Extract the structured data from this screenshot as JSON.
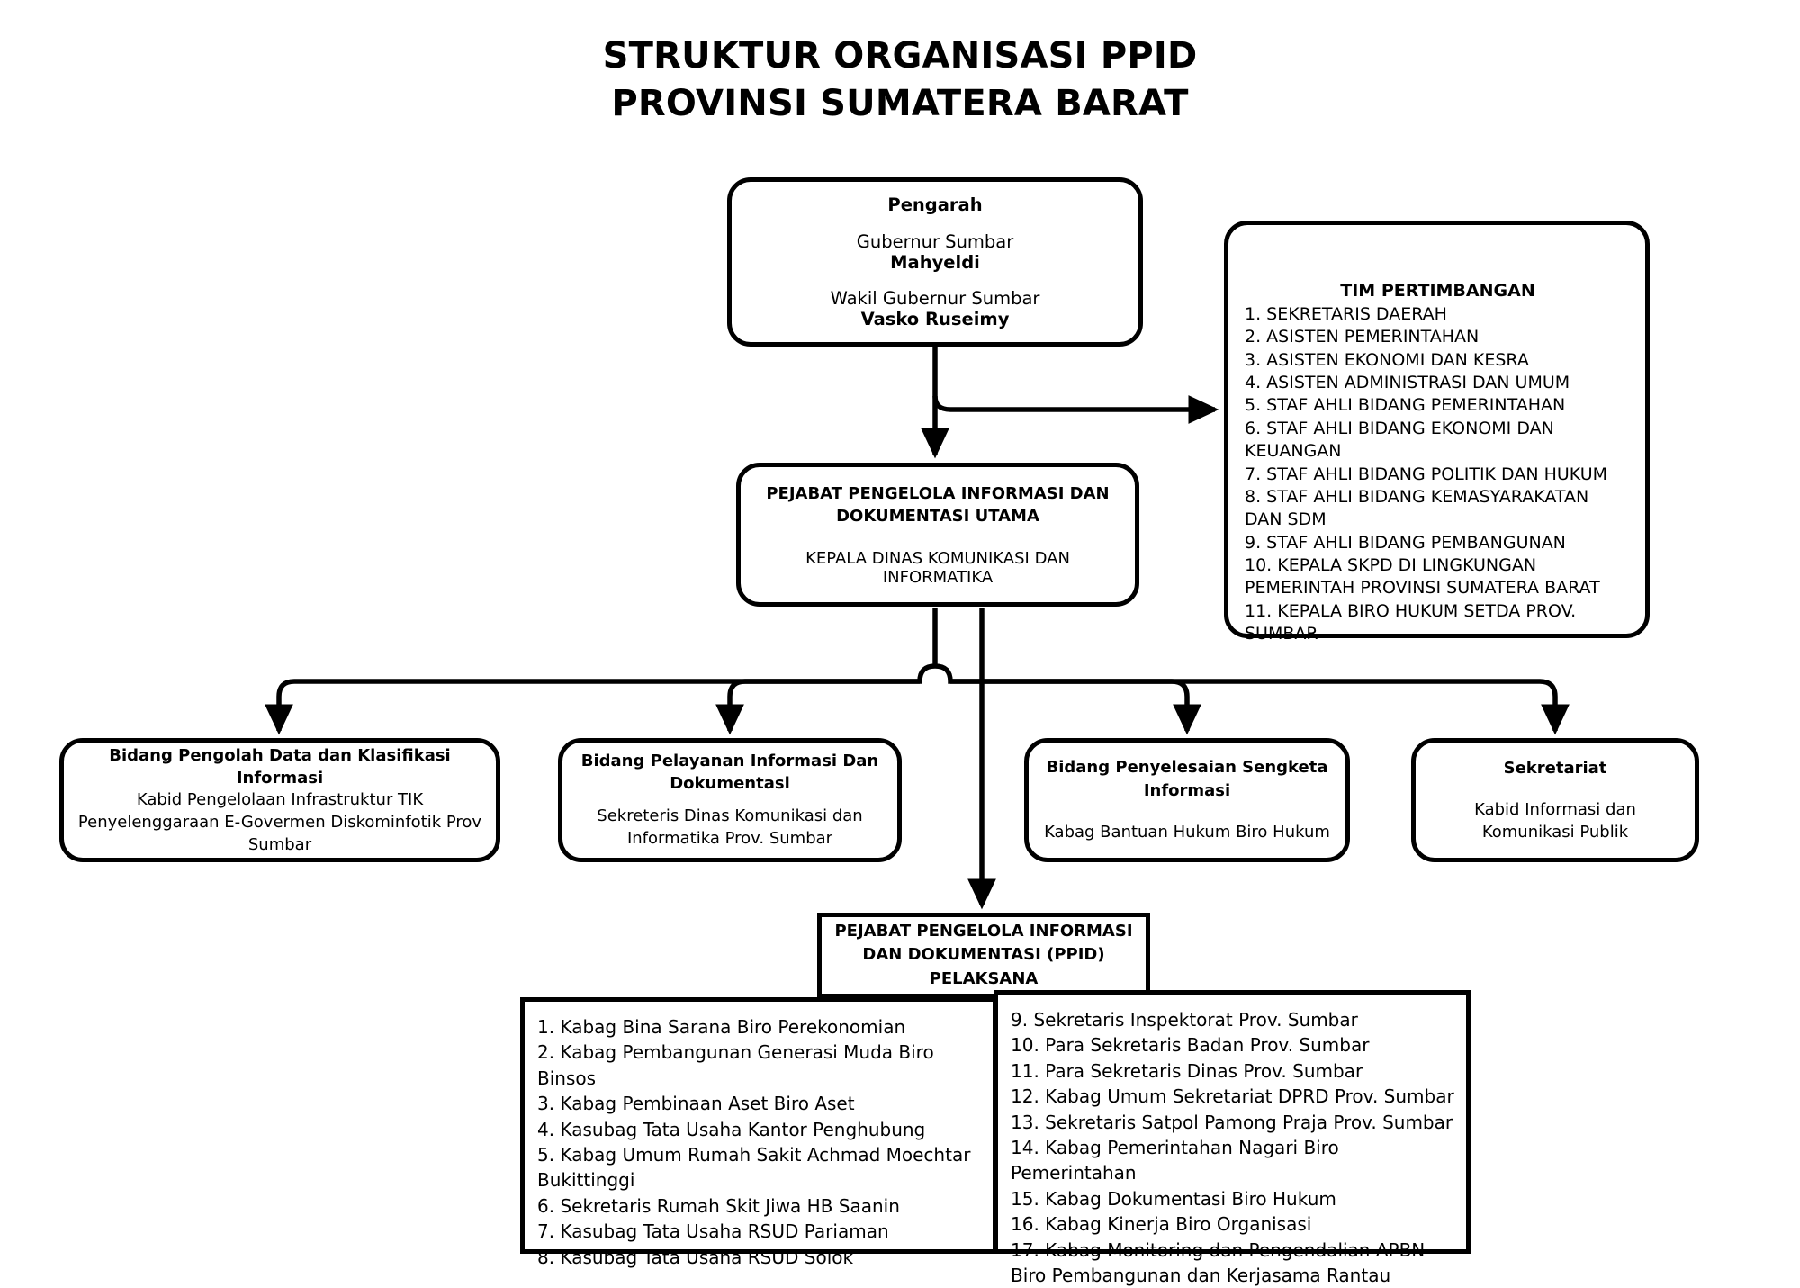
{
  "title": {
    "line1": "STRUKTUR ORGANISASI PPID",
    "line2": "PROVINSI SUMATERA BARAT"
  },
  "nodes": {
    "pengarah": {
      "heading": "Pengarah",
      "role1_label": "Gubernur Sumbar",
      "role1_name": "Mahyeldi",
      "role2_label": "Wakil Gubernur Sumbar",
      "role2_name": "Vasko Ruseimy"
    },
    "tim_pertimbangan": {
      "heading": "TIM PERTIMBANGAN",
      "items": [
        "1. SEKRETARIS DAERAH",
        "2. ASISTEN PEMERINTAHAN",
        "3. ASISTEN EKONOMI DAN KESRA",
        "4. ASISTEN ADMINISTRASI DAN UMUM",
        "5. STAF AHLI BIDANG PEMERINTAHAN",
        "6. STAF AHLI BIDANG EKONOMI DAN KEUANGAN",
        "7. STAF AHLI BIDANG POLITIK DAN HUKUM",
        "8. STAF AHLI BIDANG KEMASYARAKATAN DAN SDM",
        "9. STAF AHLI BIDANG PEMBANGUNAN",
        "10. KEPALA SKPD DI LINGKUNGAN PEMERINTAH PROVINSI SUMATERA BARAT",
        "11. KEPALA BIRO HUKUM SETDA PROV. SUMBAR"
      ]
    },
    "ppid_utama": {
      "heading": "PEJABAT PENGELOLA INFORMASI DAN DOKUMENTASI UTAMA",
      "subtitle": "KEPALA DINAS KOMUNIKASI DAN INFORMATIKA"
    },
    "bidang": [
      {
        "title": "Bidang Pengolah Data dan Klasifikasi Informasi",
        "subtitle": "Kabid Pengelolaan Infrastruktur TIK Penyelenggaraan E-Govermen Diskominfotik Prov Sumbar"
      },
      {
        "title": "Bidang Pelayanan Informasi Dan Dokumentasi",
        "subtitle": "Sekreteris Dinas Komunikasi dan Informatika Prov. Sumbar"
      },
      {
        "title": "Bidang Penyelesaian Sengketa Informasi",
        "subtitle": "Kabag Bantuan Hukum Biro Hukum"
      },
      {
        "title": "Sekretariat",
        "subtitle": "Kabid Informasi dan Komunikasi Publik"
      }
    ],
    "ppid_pelaksana": {
      "line1": "PEJABAT PENGELOLA INFORMASI",
      "line2": "DAN DOKUMENTASI (PPID)",
      "line3": "PELAKSANA",
      "items_left": [
        "1. Kabag Bina Sarana Biro Perekonomian",
        "2. Kabag Pembangunan Generasi Muda Biro Binsos",
        "3. Kabag Pembinaan Aset Biro Aset",
        "4. Kasubag Tata Usaha Kantor Penghubung",
        "5. Kabag Umum Rumah Sakit Achmad Moechtar Bukittinggi",
        "6. Sekretaris Rumah Skit Jiwa HB Saanin",
        "7. Kasubag Tata Usaha RSUD Pariaman",
        "8. Kasubag Tata Usaha RSUD Solok"
      ],
      "items_right": [
        "9. Sekretaris Inspektorat Prov. Sumbar",
        "10. Para Sekretaris Badan Prov. Sumbar",
        "11. Para Sekretaris Dinas Prov. Sumbar",
        "12. Kabag Umum Sekretariat DPRD Prov. Sumbar",
        "13. Sekretaris Satpol Pamong Praja Prov. Sumbar",
        "14. Kabag Pemerintahan Nagari Biro Pemerintahan",
        "15. Kabag Dokumentasi Biro Hukum",
        "16. Kabag Kinerja Biro Organisasi",
        "17. Kabag Monitoring dan Pengendalian APBN Biro Pembangunan dan Kerjasama Rantau"
      ]
    }
  },
  "colors": {
    "stroke": "#000000",
    "background": "#ffffff",
    "text": "#000000"
  }
}
